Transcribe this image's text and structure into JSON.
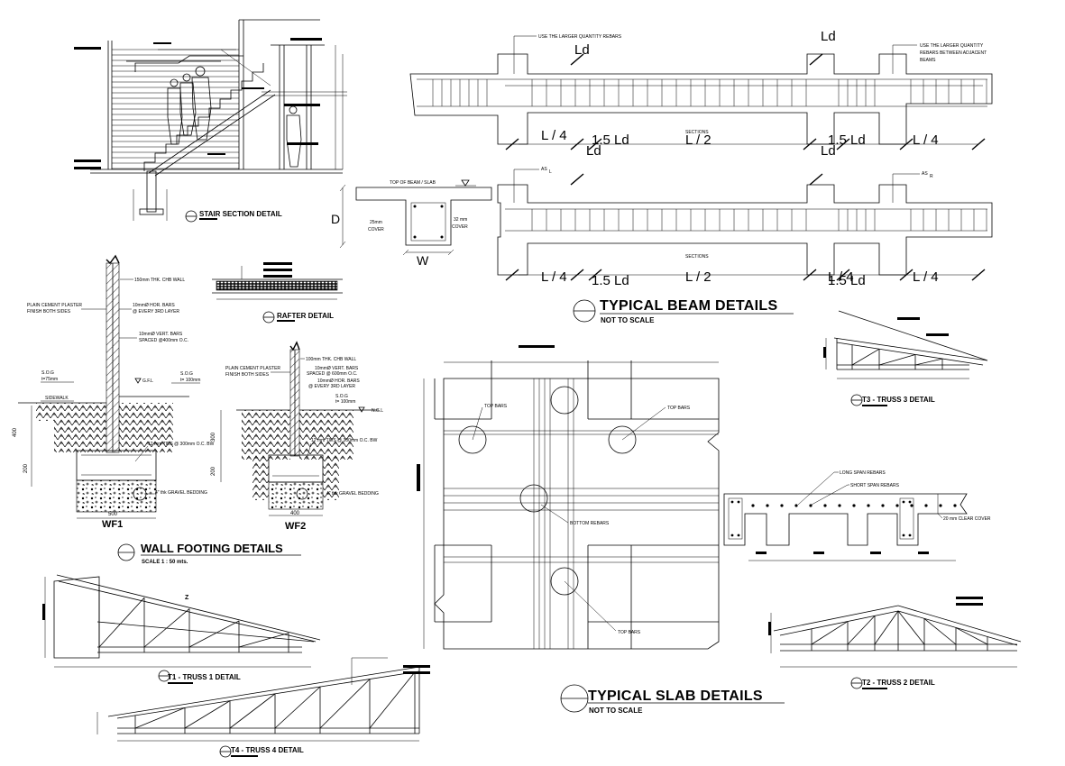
{
  "titles": {
    "stair": "STAIR SECTION DETAIL",
    "rafter": "RAFTER DETAIL",
    "beam": "TYPICAL BEAM DETAILS",
    "beam_sub": "NOT TO SCALE",
    "wall_footing": "WALL FOOTING DETAILS",
    "wall_footing_scale": "SCALE  1 : 50  mts.",
    "slab": "TYPICAL SLAB DETAILS",
    "slab_sub": "NOT TO SCALE",
    "truss1": "T1 - TRUSS 1 DETAIL",
    "truss2": "T2 - TRUSS 2 DETAIL",
    "truss3": "T3 - TRUSS 3 DETAIL",
    "truss4": "T4 - TRUSS 4 DETAIL"
  },
  "beam": {
    "note_left": "USE THE LARGER QUANTITY REBARS",
    "note_right_1": "USE THE LARGER QUANTITY",
    "note_right_2": "REBARS BETWEEN ADJACENT",
    "note_right_3": "BEAMS",
    "ld": "Ld",
    "l4": "L / 4",
    "l2": "L / 2",
    "l15ld": "1.5 Ld",
    "sections": "SECTIONS",
    "as_l": "AS",
    "as_l_sub": "L",
    "as_r": "AS",
    "as_r_sub": "R"
  },
  "beam_section": {
    "top": "TOP OF BEAM / SLAB",
    "cover_left_1": "25mm",
    "cover_left_2": "COVER",
    "cover_right_1": "32 mm",
    "cover_right_2": "COVER",
    "d": "D",
    "w": "W"
  },
  "wall_footing": {
    "wall_thk": "150mm THK. CHB WALL",
    "plaster_1": "PLAIN CEMENT PLASTER",
    "plaster_2": "FINISH BOTH SIDES",
    "hor_bars_1": "10mmØ HOR. BARS",
    "hor_bars_2": "@ EVERY 3RD LAYER",
    "vert_bars_1": "10mmØ VERT. BARS",
    "vert_bars_2": "SPACED @400mm O.C.",
    "sog": "S.O.G",
    "sog_thk": "t=75mm",
    "gfl": "G.F.L",
    "sog2": "S.O.G",
    "sog2_thk": "t= 100mm",
    "sidewalk": "SIDEWALK",
    "ties": "12 mm TIES @ 300mm O.C. BW",
    "gravel": "4\" thk GRAVEL BEDDING",
    "dim_400": "400",
    "dim_200": "200",
    "dim_500": "500",
    "wf1": "WF1",
    "wall_thk2": "100mm THK. CHB WALL",
    "vert_bars2_1": "10mmØ VERT. BARS",
    "vert_bars2_2": "SPACED @ 600mm O.C.",
    "hor_bars2_1": "10mmØ HOR. BARS",
    "hor_bars2_2": "@ EVERY 3RD LAYER",
    "sog3": "S.O.G",
    "sog3_thk": "t= 100mm",
    "ngl": "N.G.L",
    "ties2": "12 mm TIES @ 300mm O.C. BW",
    "gravel2": "4\" thk GRAVEL BEDDING",
    "dim_300": "300",
    "dim_200b": "200",
    "dim_400b": "400",
    "wf2": "WF2"
  },
  "slab": {
    "top_bars_1": "TOP BARS",
    "top_bars_2": "TOP BARS",
    "bottom_rebars": "BOTTOM REBARS",
    "top_bars_3": "TOP BARS",
    "long_span": "LONG SPAN REBARS",
    "short_span": "SHORT SPAN REBARS",
    "clear_cover": "20 mm CLEAR COVER"
  }
}
